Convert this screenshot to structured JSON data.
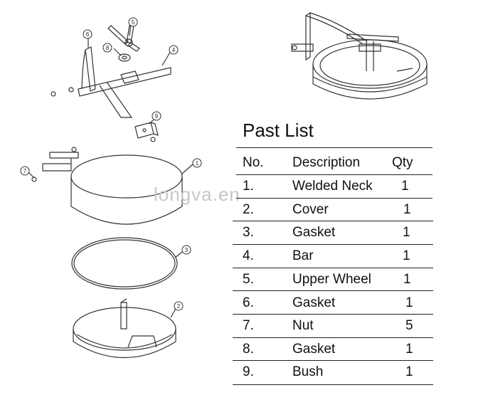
{
  "table": {
    "title": "Past List",
    "headers": {
      "no": "No.",
      "desc": "Description",
      "qty": "Qty"
    },
    "rows": [
      {
        "no": "1.",
        "desc": "Welded Neck",
        "qty": "1"
      },
      {
        "no": "2.",
        "desc": "Cover",
        "qty": "1"
      },
      {
        "no": "3.",
        "desc": "Gasket",
        "qty": "1"
      },
      {
        "no": "4.",
        "desc": "Bar",
        "qty": "1"
      },
      {
        "no": "5.",
        "desc": "Upper Wheel",
        "qty": "1"
      },
      {
        "no": "6.",
        "desc": "Gasket",
        "qty": "1"
      },
      {
        "no": "7.",
        "desc": "Nut",
        "qty": "5"
      },
      {
        "no": "8.",
        "desc": " Gasket",
        "qty": "1"
      },
      {
        "no": "9.",
        "desc": "Bush",
        "qty": "1"
      }
    ]
  },
  "watermark": "longva.en",
  "callouts": [
    "1",
    "2",
    "3",
    "4",
    "5",
    "6",
    "7",
    "8",
    "9"
  ]
}
